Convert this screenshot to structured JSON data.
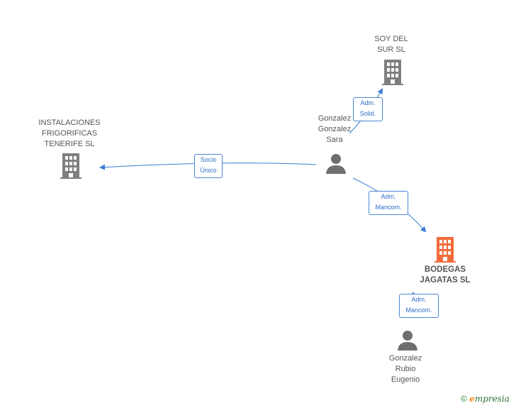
{
  "nodes": {
    "soy_del_sur": {
      "label": "SOY DEL\nSUR  SL",
      "kind": "company",
      "color": "#7f7f7f"
    },
    "instalaciones": {
      "label": "INSTALACIONES\nFRIGORIFICAS\nTENERIFE  SL",
      "kind": "company",
      "color": "#7f7f7f"
    },
    "gonzalez_sara": {
      "label": "Gonzalez\nGonzalez\nSara",
      "kind": "person",
      "color": "#6f6f6f"
    },
    "bodegas": {
      "label": "BODEGAS\nJAGATAS  SL",
      "kind": "company",
      "color": "#f26b3a"
    },
    "gonzalez_eugenio": {
      "label": "Gonzalez\nRubio\nEugenio",
      "kind": "person",
      "color": "#6f6f6f"
    }
  },
  "edges": {
    "sara_soy": {
      "label": "Adm.\nSolid."
    },
    "sara_inst": {
      "label": "Socio\nÚnico"
    },
    "sara_bodegas": {
      "label": "Adm.\nMancom."
    },
    "eugenio_bodegas": {
      "label": "Adm.\nMancom."
    }
  },
  "colors": {
    "edge": "#3a7bd5",
    "edge_label": "#2f6fc6"
  },
  "footer": {
    "copyright": "©",
    "brand_e": "e",
    "brand_rest": "mpresia"
  }
}
